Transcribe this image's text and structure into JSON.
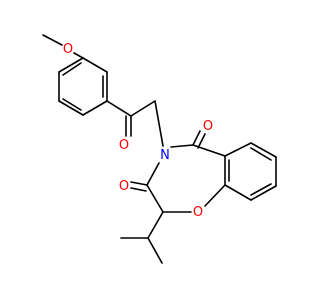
{
  "molecule": {
    "atom_labels": {
      "methoxy_oxygen": "O",
      "ketone_oxygen": "O",
      "amide_nitrogen": "N",
      "amide_oxygen_upper": "O",
      "amide_oxygen_lower": "O",
      "ring_oxygen": "O"
    },
    "colors": {
      "bond": "#000000",
      "oxygen": "#ff0000",
      "nitrogen": "#0000ff",
      "background": "#ffffff"
    }
  }
}
